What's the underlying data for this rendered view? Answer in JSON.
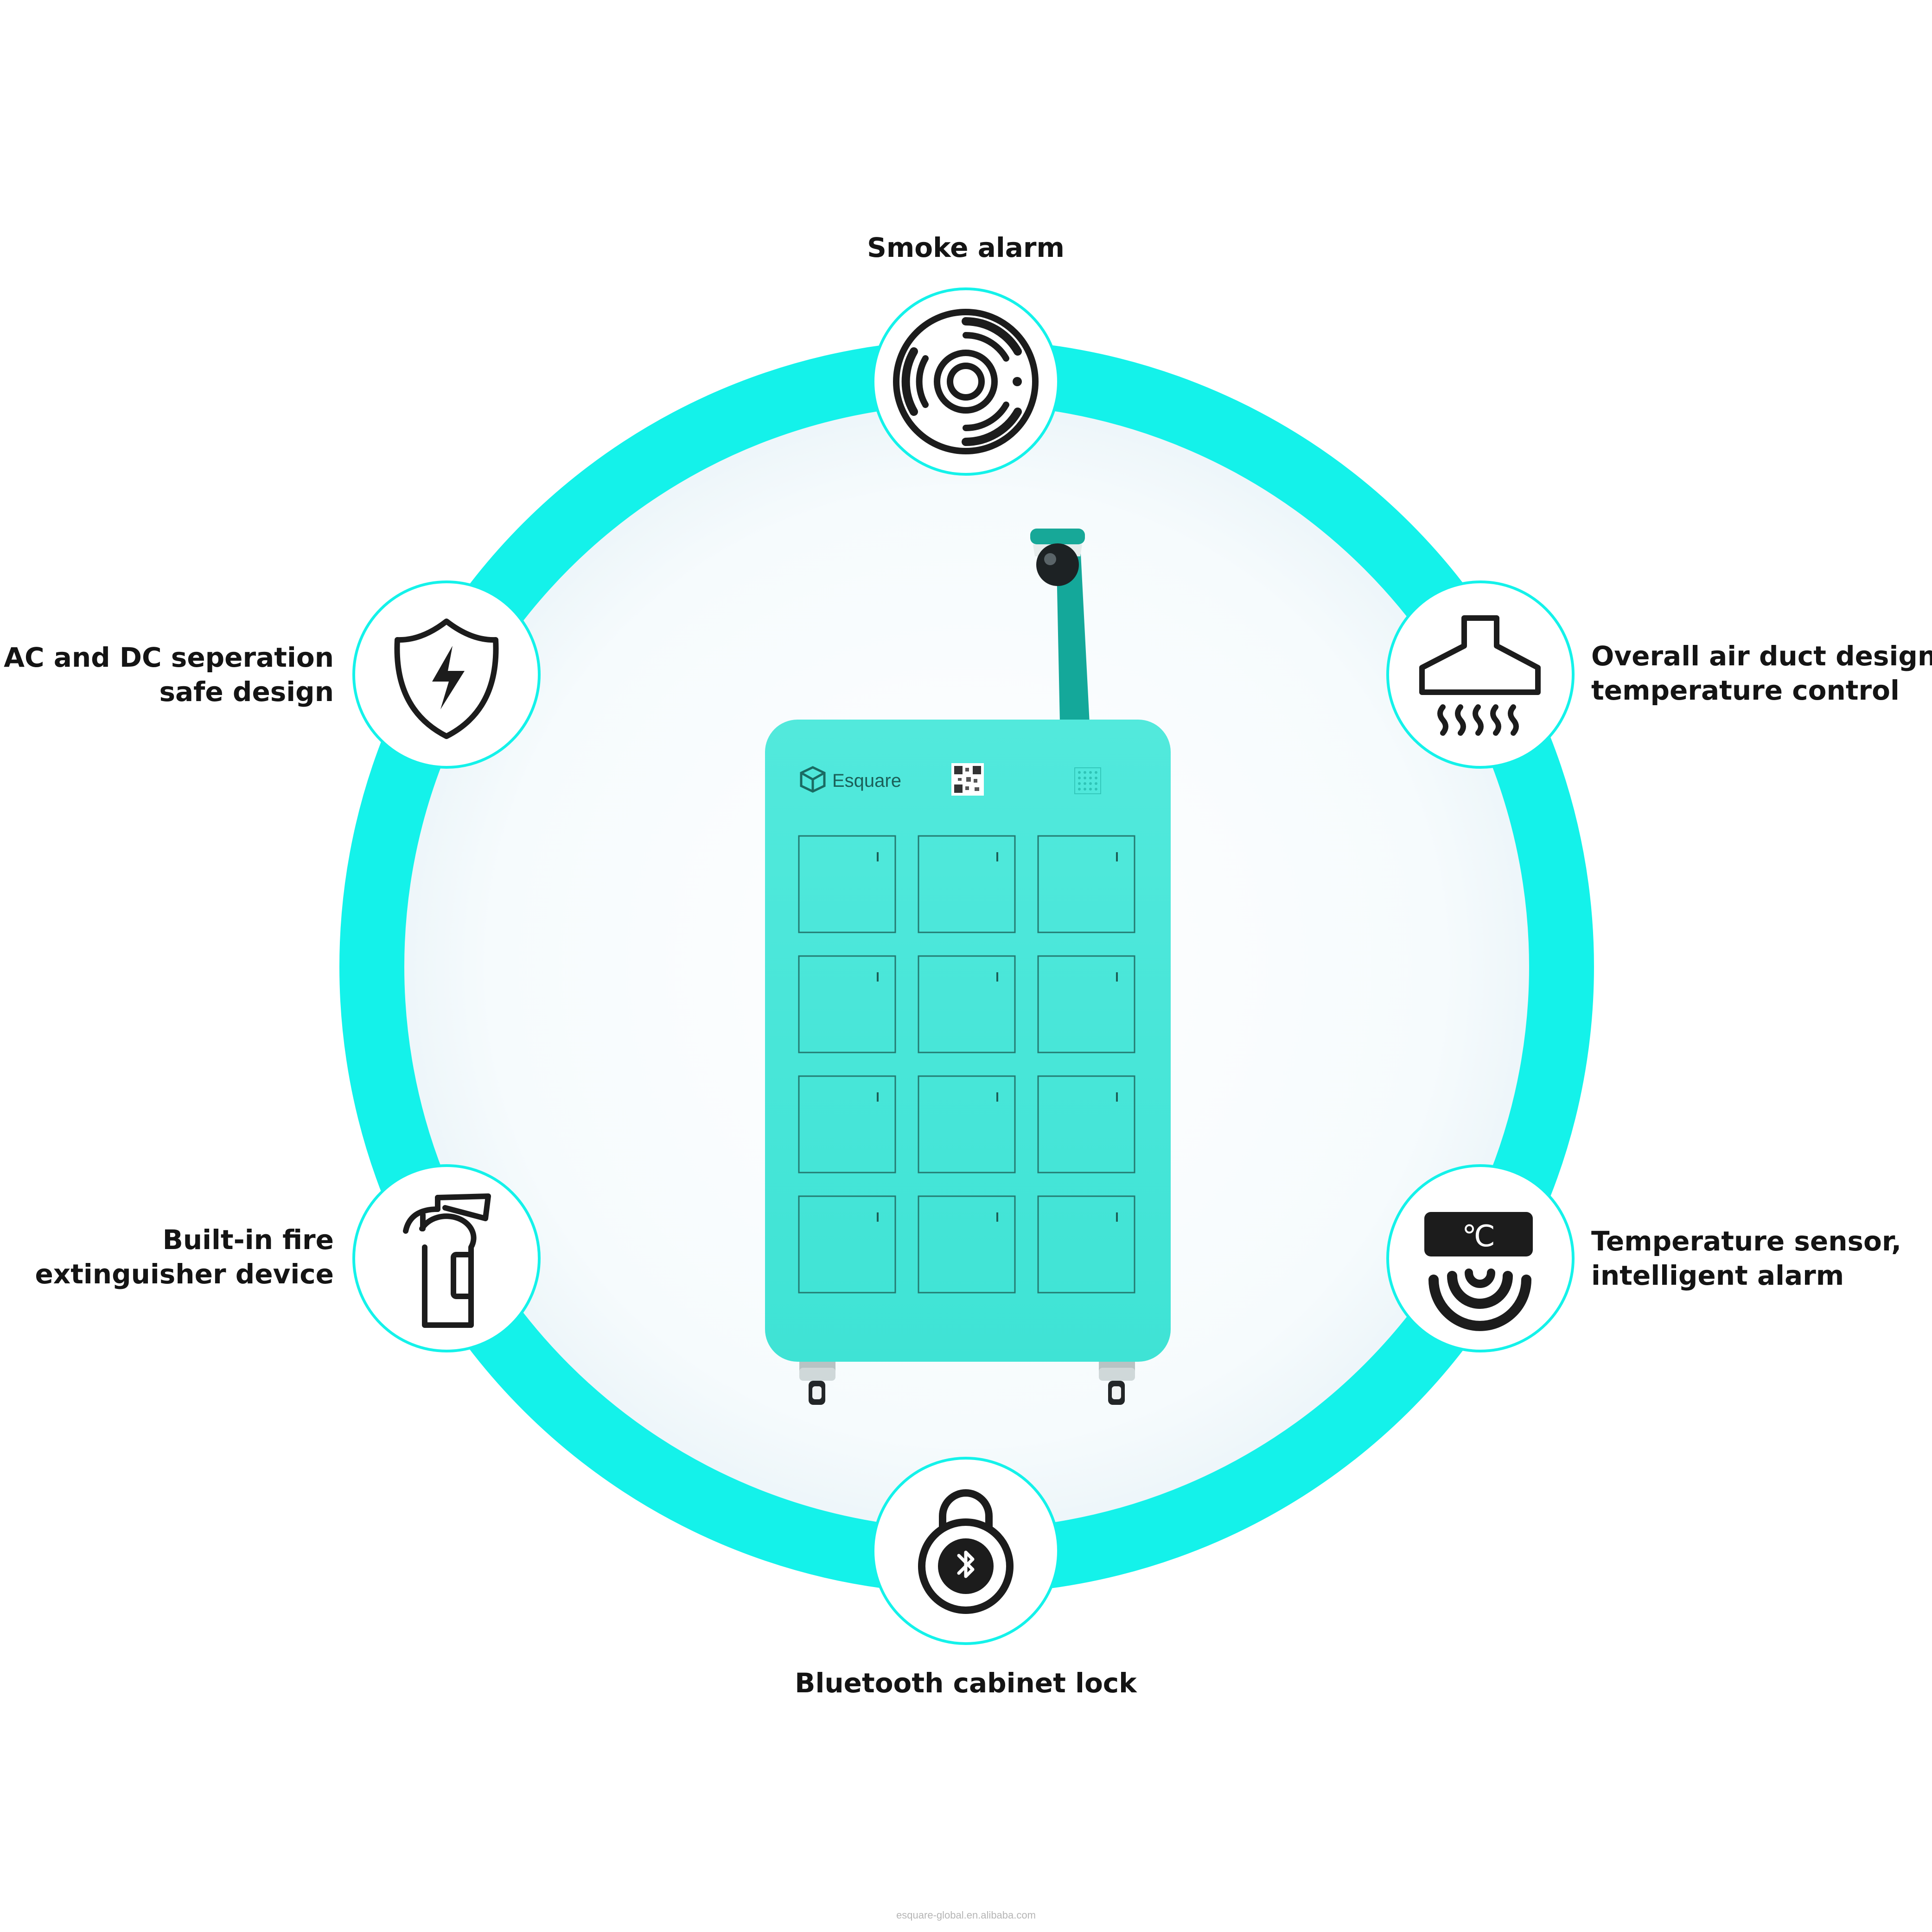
{
  "features": {
    "smoke_alarm": {
      "label": "Smoke alarm",
      "icon": "smoke-detector-icon"
    },
    "air_duct": {
      "line1": "Overall air duct design,",
      "line2": "temperature control",
      "icon": "range-hood-icon"
    },
    "temperature": {
      "line1": "Temperature sensor,",
      "line2": "intelligent alarm",
      "icon": "thermometer-signal-icon",
      "display": "℃"
    },
    "bluetooth_lock": {
      "label": "Bluetooth cabinet lock",
      "icon": "bluetooth-lock-icon"
    },
    "fire_extinguisher": {
      "line1": "Built-in fire",
      "line2": "extinguisher device",
      "icon": "fire-extinguisher-icon"
    },
    "ac_dc": {
      "line1": "AC and DC seperation",
      "line2": "safe design",
      "icon": "shield-lightning-icon"
    }
  },
  "cabinet": {
    "brand": "Esquare",
    "doors": 12,
    "rows": 4,
    "columns": 3
  },
  "colors": {
    "ring": "#14F2EA",
    "cabinet": "#45E6D8",
    "pole": "#14A89A",
    "icon": "#1C1C1C"
  },
  "footer": "esquare-global.en.alibaba.com"
}
